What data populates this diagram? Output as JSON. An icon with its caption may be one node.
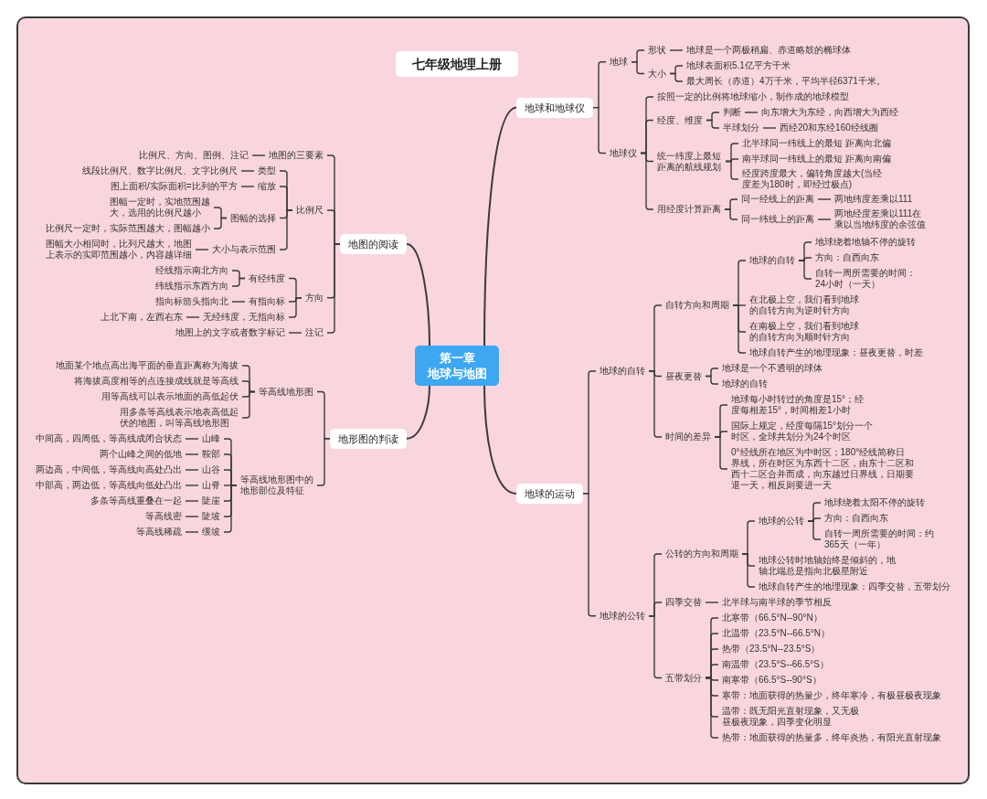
{
  "diagram": {
    "title": "七年级地理上册",
    "nodes": [
      {
        "text": [
          "第一章",
          "地球与地图"
        ]
      },
      {
        "text": [
          "地球和地球仪"
        ]
      },
      {
        "text": [
          "地球"
        ]
      },
      {
        "text": [
          "形状"
        ]
      },
      {
        "text": [
          "地球是一个两极稍扁、赤道略鼓的椭球体"
        ]
      },
      {
        "text": [
          "大小"
        ]
      },
      {
        "text": [
          "地球表面积5.1亿平方千米"
        ]
      },
      {
        "text": [
          "最大周长（赤道）4万千米，平均半径6371千米。"
        ]
      },
      {
        "text": [
          "地球仪"
        ]
      },
      {
        "text": [
          "按照一定的比例将地球缩小，制作成的地球模型"
        ]
      },
      {
        "text": [
          "经度、维度"
        ]
      },
      {
        "text": [
          "判断"
        ]
      },
      {
        "text": [
          "向东增大为东经，向西增大为西经"
        ]
      },
      {
        "text": [
          "半球划分"
        ]
      },
      {
        "text": [
          "西经20和东经160经线圈"
        ]
      },
      {
        "text": [
          "统一纬度上最短距离的航线规划"
        ]
      },
      {
        "text": [
          "北半球同一纬线上的最短 距离向北偏"
        ]
      },
      {
        "text": [
          "南半球同一纬线上的最短 距离向南偏"
        ]
      },
      {
        "text": [
          "经度跨度最大，偏转角度越大(当经度差为180时，即经过极点)"
        ]
      },
      {
        "text": [
          "用经度计算距离"
        ]
      },
      {
        "text": [
          "同一经线上的距离"
        ]
      },
      {
        "text": [
          "两地纬度差乘以111"
        ]
      },
      {
        "text": [
          "同一纬线上的距离"
        ]
      },
      {
        "text": [
          "两地经度差乘以111在乘以当地纬度的余弦值"
        ]
      },
      {
        "text": [
          "地图的阅读"
        ]
      },
      {
        "text": [
          "地图的三要素"
        ]
      },
      {
        "text": [
          "比例尺、方向、图例、注记"
        ]
      },
      {
        "text": [
          "比例尺"
        ]
      },
      {
        "text": [
          "类型"
        ]
      },
      {
        "text": [
          "线段比例尺、数字比例尺、文字比例尺"
        ]
      },
      {
        "text": [
          "缩放"
        ]
      },
      {
        "text": [
          "图上面积/实际面积=比列的平方"
        ]
      },
      {
        "text": [
          "图幅的选择"
        ]
      },
      {
        "text": [
          "图幅一定时，实地范围越大，选用的比例尺越小"
        ]
      },
      {
        "text": [
          "比例尺一定时，实际范围越大，图幅越小"
        ]
      },
      {
        "text": [
          "大小与表示范围"
        ]
      },
      {
        "text": [
          "图幅大小相同时，比列尺越大，地图上表示的实即范围越小，内容越详细"
        ]
      },
      {
        "text": [
          "方向"
        ]
      },
      {
        "text": [
          "有经纬度"
        ]
      },
      {
        "text": [
          "经线指示南北方向"
        ]
      },
      {
        "text": [
          "纬线指示东西方向"
        ]
      },
      {
        "text": [
          "有指向标"
        ]
      },
      {
        "text": [
          "指向标箭头指向北"
        ]
      },
      {
        "text": [
          "无经纬度，无指向标"
        ]
      },
      {
        "text": [
          "上北下南，左西右东"
        ]
      },
      {
        "text": [
          "注记"
        ]
      },
      {
        "text": [
          "地图上的文字或者数字标记"
        ]
      },
      {
        "text": [
          "地形图的判读"
        ]
      },
      {
        "text": [
          "等高线地形图"
        ]
      },
      {
        "text": [
          "地面某个地点高出海平面的垂直距离称为海拔"
        ]
      },
      {
        "text": [
          "将海拔高度相等的点连接成线就是等高线"
        ]
      },
      {
        "text": [
          "用等高线可以表示地面的高低起伏"
        ]
      },
      {
        "text": [
          "用多条等高线表示地表高低起伏的地图，叫等高线地形图"
        ]
      },
      {
        "text": [
          "等高线地形图中的地形部位及特征"
        ]
      },
      {
        "text": [
          "山峰"
        ]
      },
      {
        "text": [
          "中间高，四周低，等高线成闭合状态"
        ]
      },
      {
        "text": [
          "鞍部"
        ]
      },
      {
        "text": [
          "两个山峰之间的低地"
        ]
      },
      {
        "text": [
          "山谷"
        ]
      },
      {
        "text": [
          "两边高，中间低，等高线向高处凸出"
        ]
      },
      {
        "text": [
          "山脊"
        ]
      },
      {
        "text": [
          "中部高，两边低，等高线向低处凸出"
        ]
      },
      {
        "text": [
          "陡崖"
        ]
      },
      {
        "text": [
          "多条等高线重叠在一起"
        ]
      },
      {
        "text": [
          "陡坡"
        ]
      },
      {
        "text": [
          "等高线密"
        ]
      },
      {
        "text": [
          "缓坡"
        ]
      },
      {
        "text": [
          "等高线稀疏"
        ]
      },
      {
        "text": [
          "地球的运动"
        ]
      },
      {
        "text": [
          "地球的自转"
        ]
      },
      {
        "text": [
          "自转方向和周期"
        ]
      },
      {
        "text": [
          "地球的自转"
        ]
      },
      {
        "text": [
          "地球绕着地轴不停的旋转"
        ]
      },
      {
        "text": [
          "方向：自西向东"
        ]
      },
      {
        "text": [
          "自转一周所需要的时间：24小时（一天）"
        ]
      },
      {
        "text": [
          "在北极上空，我们看到地球的自转方向为逆时针方向"
        ]
      },
      {
        "text": [
          "在南极上空，我们看到地球的自转方向为顺时针方向"
        ]
      },
      {
        "text": [
          "地球自转产生的地理现象：昼夜更替，时差"
        ]
      },
      {
        "text": [
          "昼夜更替"
        ]
      },
      {
        "text": [
          "地球是一个不透明的球体"
        ]
      },
      {
        "text": [
          "地球的自转"
        ]
      },
      {
        "text": [
          "时间的差异"
        ]
      },
      {
        "text": [
          "地球每小时转过的角度是15°；经度每相差15°，时间相差1小时"
        ]
      },
      {
        "text": [
          "国际上规定，经度每隔15°划分一个时区，全球共划分为24个时区"
        ]
      },
      {
        "text": [
          "0°经线所在地区为中时区；180°经线简称日界线，所在时区为东西十二区，由东十二区和西十二区合并而成，向东越过日界线，日期要退一天，相反则要进一天"
        ]
      },
      {
        "text": [
          "地球的公转"
        ]
      },
      {
        "text": [
          "公转的方向和周期"
        ]
      },
      {
        "text": [
          "地球的公转"
        ]
      },
      {
        "text": [
          "地球绕着太阳不停的旋转"
        ]
      },
      {
        "text": [
          "方向：自西向东"
        ]
      },
      {
        "text": [
          "自转一周所需要的时间：约365天（一年）"
        ]
      },
      {
        "text": [
          "地球公转时地轴始终是倾斜的，地轴北端总是指向北极星附近"
        ]
      },
      {
        "text": [
          "地球自转产生的地理现象：四季交替，五带划分"
        ]
      },
      {
        "text": [
          "四季交替"
        ]
      },
      {
        "text": [
          "北半球与南半球的季节相反"
        ]
      },
      {
        "text": [
          "五带划分"
        ]
      },
      {
        "text": [
          "北寒带（66.5°N--90°N）"
        ]
      },
      {
        "text": [
          "北温带（23.5°N--66.5°N）"
        ]
      },
      {
        "text": [
          "热带（23.5°N--23.5°S）"
        ]
      },
      {
        "text": [
          "南温带（23.5°S--66.5°S）"
        ]
      },
      {
        "text": [
          "南寒带（66.5°S--90°S）"
        ]
      },
      {
        "text": [
          "寒带：地面获得的热量少，终年寒冷，有极昼极夜现象"
        ]
      },
      {
        "text": [
          "温带：既无阳光直射现象，又无极昼极夜现象，四季变化明显"
        ]
      },
      {
        "text": [
          "热带：地面获得的热量多，终年炎热，有阳光直射现象"
        ]
      }
    ],
    "edges": [
      {
        "from": 0,
        "to": 1,
        "arrow": "none"
      },
      {
        "from": 1,
        "to": 2,
        "arrow": "none"
      },
      {
        "from": 2,
        "to": 3,
        "arrow": "none"
      },
      {
        "from": 3,
        "to": 4,
        "arrow": "none"
      },
      {
        "from": 2,
        "to": 5,
        "arrow": "none"
      },
      {
        "from": 5,
        "to": 6,
        "arrow": "none"
      },
      {
        "from": 5,
        "to": 7,
        "arrow": "none"
      },
      {
        "from": 1,
        "to": 8,
        "arrow": "none"
      },
      {
        "from": 8,
        "to": 9,
        "arrow": "none"
      },
      {
        "from": 8,
        "to": 10,
        "arrow": "none"
      },
      {
        "from": 10,
        "to": 11,
        "arrow": "none"
      },
      {
        "from": 11,
        "to": 12,
        "arrow": "none"
      },
      {
        "from": 10,
        "to": 13,
        "arrow": "none"
      },
      {
        "from": 13,
        "to": 14,
        "arrow": "none"
      },
      {
        "from": 8,
        "to": 15,
        "arrow": "none"
      },
      {
        "from": 15,
        "to": 16,
        "arrow": "none"
      },
      {
        "from": 15,
        "to": 17,
        "arrow": "none"
      },
      {
        "from": 15,
        "to": 18,
        "arrow": "none"
      },
      {
        "from": 8,
        "to": 19,
        "arrow": "none"
      },
      {
        "from": 19,
        "to": 20,
        "arrow": "none"
      },
      {
        "from": 20,
        "to": 21,
        "arrow": "none"
      },
      {
        "from": 19,
        "to": 22,
        "arrow": "none"
      },
      {
        "from": 22,
        "to": 23,
        "arrow": "none"
      },
      {
        "from": 0,
        "to": 24,
        "arrow": "none"
      },
      {
        "from": 24,
        "to": 25,
        "arrow": "none"
      },
      {
        "from": 25,
        "to": 26,
        "arrow": "none"
      },
      {
        "from": 24,
        "to": 27,
        "arrow": "none"
      },
      {
        "from": 27,
        "to": 28,
        "arrow": "none"
      },
      {
        "from": 28,
        "to": 29,
        "arrow": "none"
      },
      {
        "from": 27,
        "to": 30,
        "arrow": "none"
      },
      {
        "from": 30,
        "to": 31,
        "arrow": "none"
      },
      {
        "from": 27,
        "to": 32,
        "arrow": "none"
      },
      {
        "from": 32,
        "to": 33,
        "arrow": "none"
      },
      {
        "from": 32,
        "to": 34,
        "arrow": "none"
      },
      {
        "from": 27,
        "to": 35,
        "arrow": "none"
      },
      {
        "from": 35,
        "to": 36,
        "arrow": "none"
      },
      {
        "from": 24,
        "to": 37,
        "arrow": "none"
      },
      {
        "from": 37,
        "to": 38,
        "arrow": "none"
      },
      {
        "from": 38,
        "to": 39,
        "arrow": "none"
      },
      {
        "from": 38,
        "to": 40,
        "arrow": "none"
      },
      {
        "from": 37,
        "to": 41,
        "arrow": "none"
      },
      {
        "from": 41,
        "to": 42,
        "arrow": "none"
      },
      {
        "from": 37,
        "to": 43,
        "arrow": "none"
      },
      {
        "from": 43,
        "to": 44,
        "arrow": "none"
      },
      {
        "from": 24,
        "to": 45,
        "arrow": "none"
      },
      {
        "from": 45,
        "to": 46,
        "arrow": "none"
      },
      {
        "from": 0,
        "to": 47,
        "arrow": "none"
      },
      {
        "from": 47,
        "to": 48,
        "arrow": "none"
      },
      {
        "from": 48,
        "to": 49,
        "arrow": "none"
      },
      {
        "from": 48,
        "to": 50,
        "arrow": "none"
      },
      {
        "from": 48,
        "to": 51,
        "arrow": "none"
      },
      {
        "from": 48,
        "to": 52,
        "arrow": "none"
      },
      {
        "from": 47,
        "to": 53,
        "arrow": "none"
      },
      {
        "from": 53,
        "to": 54,
        "arrow": "none"
      },
      {
        "from": 54,
        "to": 55,
        "arrow": "none"
      },
      {
        "from": 53,
        "to": 56,
        "arrow": "none"
      },
      {
        "from": 56,
        "to": 57,
        "arrow": "none"
      },
      {
        "from": 53,
        "to": 58,
        "arrow": "none"
      },
      {
        "from": 58,
        "to": 59,
        "arrow": "none"
      },
      {
        "from": 53,
        "to": 60,
        "arrow": "none"
      },
      {
        "from": 60,
        "to": 61,
        "arrow": "none"
      },
      {
        "from": 53,
        "to": 62,
        "arrow": "none"
      },
      {
        "from": 62,
        "to": 63,
        "arrow": "none"
      },
      {
        "from": 53,
        "to": 64,
        "arrow": "none"
      },
      {
        "from": 64,
        "to": 65,
        "arrow": "none"
      },
      {
        "from": 53,
        "to": 66,
        "arrow": "none"
      },
      {
        "from": 66,
        "to": 67,
        "arrow": "none"
      },
      {
        "from": 0,
        "to": 68,
        "arrow": "none"
      },
      {
        "from": 68,
        "to": 69,
        "arrow": "none"
      },
      {
        "from": 69,
        "to": 70,
        "arrow": "none"
      },
      {
        "from": 70,
        "to": 71,
        "arrow": "none"
      },
      {
        "from": 71,
        "to": 72,
        "arrow": "none"
      },
      {
        "from": 71,
        "to": 73,
        "arrow": "none"
      },
      {
        "from": 71,
        "to": 74,
        "arrow": "none"
      },
      {
        "from": 70,
        "to": 75,
        "arrow": "none"
      },
      {
        "from": 70,
        "to": 76,
        "arrow": "none"
      },
      {
        "from": 70,
        "to": 77,
        "arrow": "none"
      },
      {
        "from": 69,
        "to": 78,
        "arrow": "none"
      },
      {
        "from": 78,
        "to": 79,
        "arrow": "none"
      },
      {
        "from": 78,
        "to": 80,
        "arrow": "none"
      },
      {
        "from": 69,
        "to": 81,
        "arrow": "none"
      },
      {
        "from": 81,
        "to": 82,
        "arrow": "none"
      },
      {
        "from": 81,
        "to": 83,
        "arrow": "none"
      },
      {
        "from": 81,
        "to": 84,
        "arrow": "none"
      },
      {
        "from": 68,
        "to": 85,
        "arrow": "none"
      },
      {
        "from": 85,
        "to": 86,
        "arrow": "none"
      },
      {
        "from": 86,
        "to": 87,
        "arrow": "none"
      },
      {
        "from": 87,
        "to": 88,
        "arrow": "none"
      },
      {
        "from": 87,
        "to": 89,
        "arrow": "none"
      },
      {
        "from": 87,
        "to": 90,
        "arrow": "none"
      },
      {
        "from": 86,
        "to": 91,
        "arrow": "none"
      },
      {
        "from": 86,
        "to": 92,
        "arrow": "none"
      },
      {
        "from": 85,
        "to": 93,
        "arrow": "none"
      },
      {
        "from": 93,
        "to": 94,
        "arrow": "none"
      },
      {
        "from": 85,
        "to": 95,
        "arrow": "none"
      },
      {
        "from": 95,
        "to": 96,
        "arrow": "none"
      },
      {
        "from": 95,
        "to": 97,
        "arrow": "none"
      },
      {
        "from": 95,
        "to": 98,
        "arrow": "none"
      },
      {
        "from": 95,
        "to": 99,
        "arrow": "none"
      },
      {
        "from": 95,
        "to": 100,
        "arrow": "none"
      },
      {
        "from": 95,
        "to": 101,
        "arrow": "none"
      },
      {
        "from": 95,
        "to": 102,
        "arrow": "none"
      },
      {
        "from": 95,
        "to": 103,
        "arrow": "none"
      }
    ]
  }
}
